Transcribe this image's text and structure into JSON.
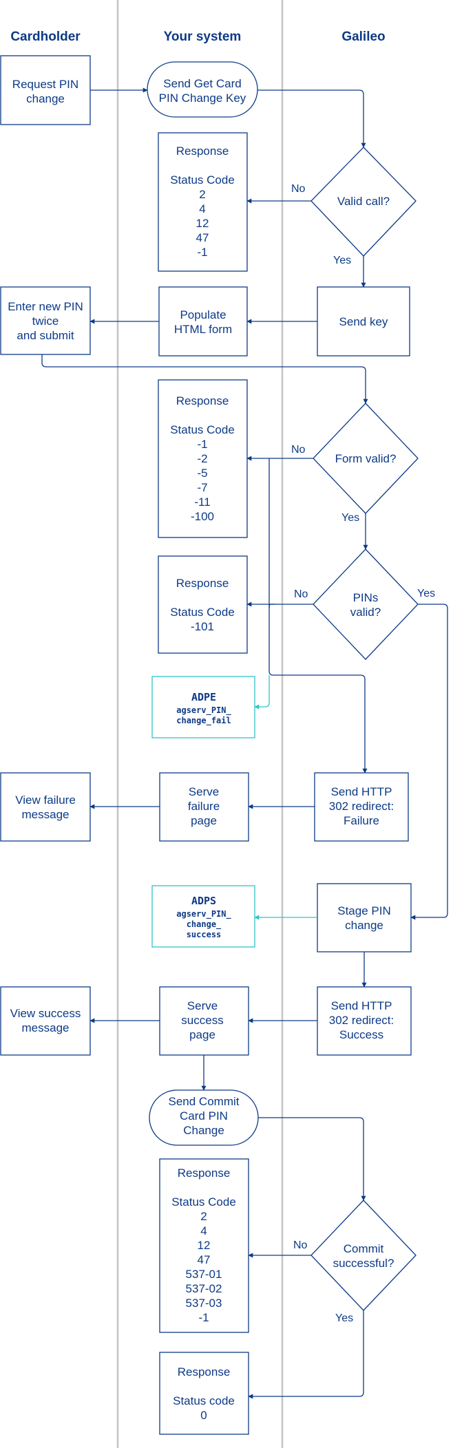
{
  "lanes": [
    "Cardholder",
    "Your system",
    "Galileo"
  ],
  "nodes": {
    "request_pin_change": [
      "Request PIN",
      "change"
    ],
    "send_get_key": [
      "Send Get Card",
      "PIN Change Key"
    ],
    "response_1": [
      "Response",
      "",
      "Status Code",
      "2",
      "4",
      "12",
      "47",
      "-1"
    ],
    "valid_call": [
      "Valid call?"
    ],
    "send_key": [
      "Send key"
    ],
    "populate_form": [
      "Populate",
      "HTML form"
    ],
    "enter_new_pin": [
      "Enter new PIN",
      "twice",
      "and submit"
    ],
    "response_2": [
      "Response",
      "",
      "Status Code",
      "-1",
      "-2",
      "-5",
      "-7",
      "-11",
      "-100"
    ],
    "form_valid": [
      "Form valid?"
    ],
    "response_3": [
      "Response",
      "",
      "Status Code",
      "-101"
    ],
    "pins_valid": [
      "PINs",
      "valid?"
    ],
    "adpe": [
      "ADPE",
      "agserv_PIN_",
      "change_fail"
    ],
    "send_redirect_failure": [
      "Send HTTP",
      "302 redirect:",
      "Failure"
    ],
    "serve_failure": [
      "Serve",
      "failure",
      "page"
    ],
    "view_failure": [
      "View failure",
      "message"
    ],
    "adps": [
      "ADPS",
      "agserv_PIN_",
      "change_",
      "success"
    ],
    "stage_pin_change": [
      "Stage PIN",
      "change"
    ],
    "send_redirect_success": [
      "Send HTTP",
      "302 redirect:",
      "Success"
    ],
    "serve_success": [
      "Serve",
      "success",
      "page"
    ],
    "view_success": [
      "View success",
      "message"
    ],
    "send_commit": [
      "Send Commit",
      "Card PIN",
      "Change"
    ],
    "response_4": [
      "Response",
      "",
      "Status Code",
      "2",
      "4",
      "12",
      "47",
      "537-01",
      "537-02",
      "537-03",
      "-1"
    ],
    "commit_successful": [
      "Commit",
      "successful?"
    ],
    "response_5": [
      "Response",
      "",
      "Status code",
      "0"
    ]
  },
  "edge_labels": {
    "valid_call_no": "No",
    "valid_call_yes": "Yes",
    "form_valid_no": "No",
    "form_valid_yes": "Yes",
    "pins_valid_no": "No",
    "pins_valid_yes": "Yes",
    "commit_no": "No",
    "commit_yes": "Yes"
  },
  "colors": {
    "primary": "#0d3a86",
    "event_box": "#2ec4cc",
    "lane_divider": "#c4c4c4"
  }
}
